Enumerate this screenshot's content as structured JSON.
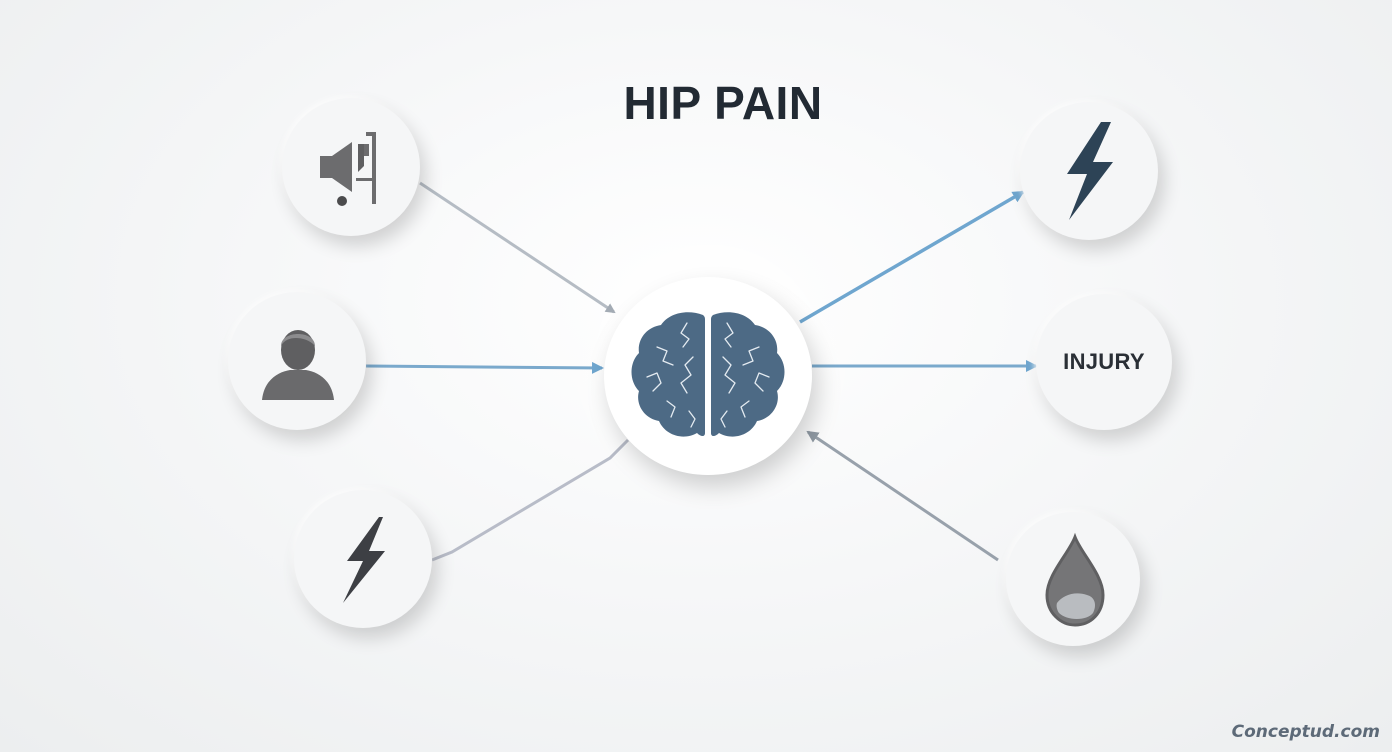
{
  "title": "HIP PAIN",
  "nodes": {
    "top_left": {
      "icon": "megaphone-connector-icon"
    },
    "middle_left": {
      "icon": "person-icon"
    },
    "bottom_left": {
      "icon": "lightning-bolt-icon"
    },
    "center": {
      "icon": "brain-icon"
    },
    "top_right": {
      "icon": "lightning-bolt-icon"
    },
    "middle_right": {
      "label": "INJURY"
    },
    "bottom_right": {
      "icon": "water-drop-icon"
    }
  },
  "connections": [
    {
      "from": "top_left",
      "to": "center"
    },
    {
      "from": "middle_left",
      "to": "center"
    },
    {
      "from": "bottom_left",
      "to": "center"
    },
    {
      "from": "center",
      "to": "top_right"
    },
    {
      "from": "center",
      "to": "middle_right"
    },
    {
      "from": "bottom_right",
      "to": "center"
    }
  ],
  "colors": {
    "title": "#222a33",
    "brain": "#4d6a85",
    "arrow_blue": "#6fa6cf",
    "arrow_gray": "#9aa3ad",
    "icon_gray": "#6e6e70",
    "bolt_dark": "#2d4356"
  },
  "watermark": "Conceptud.com"
}
